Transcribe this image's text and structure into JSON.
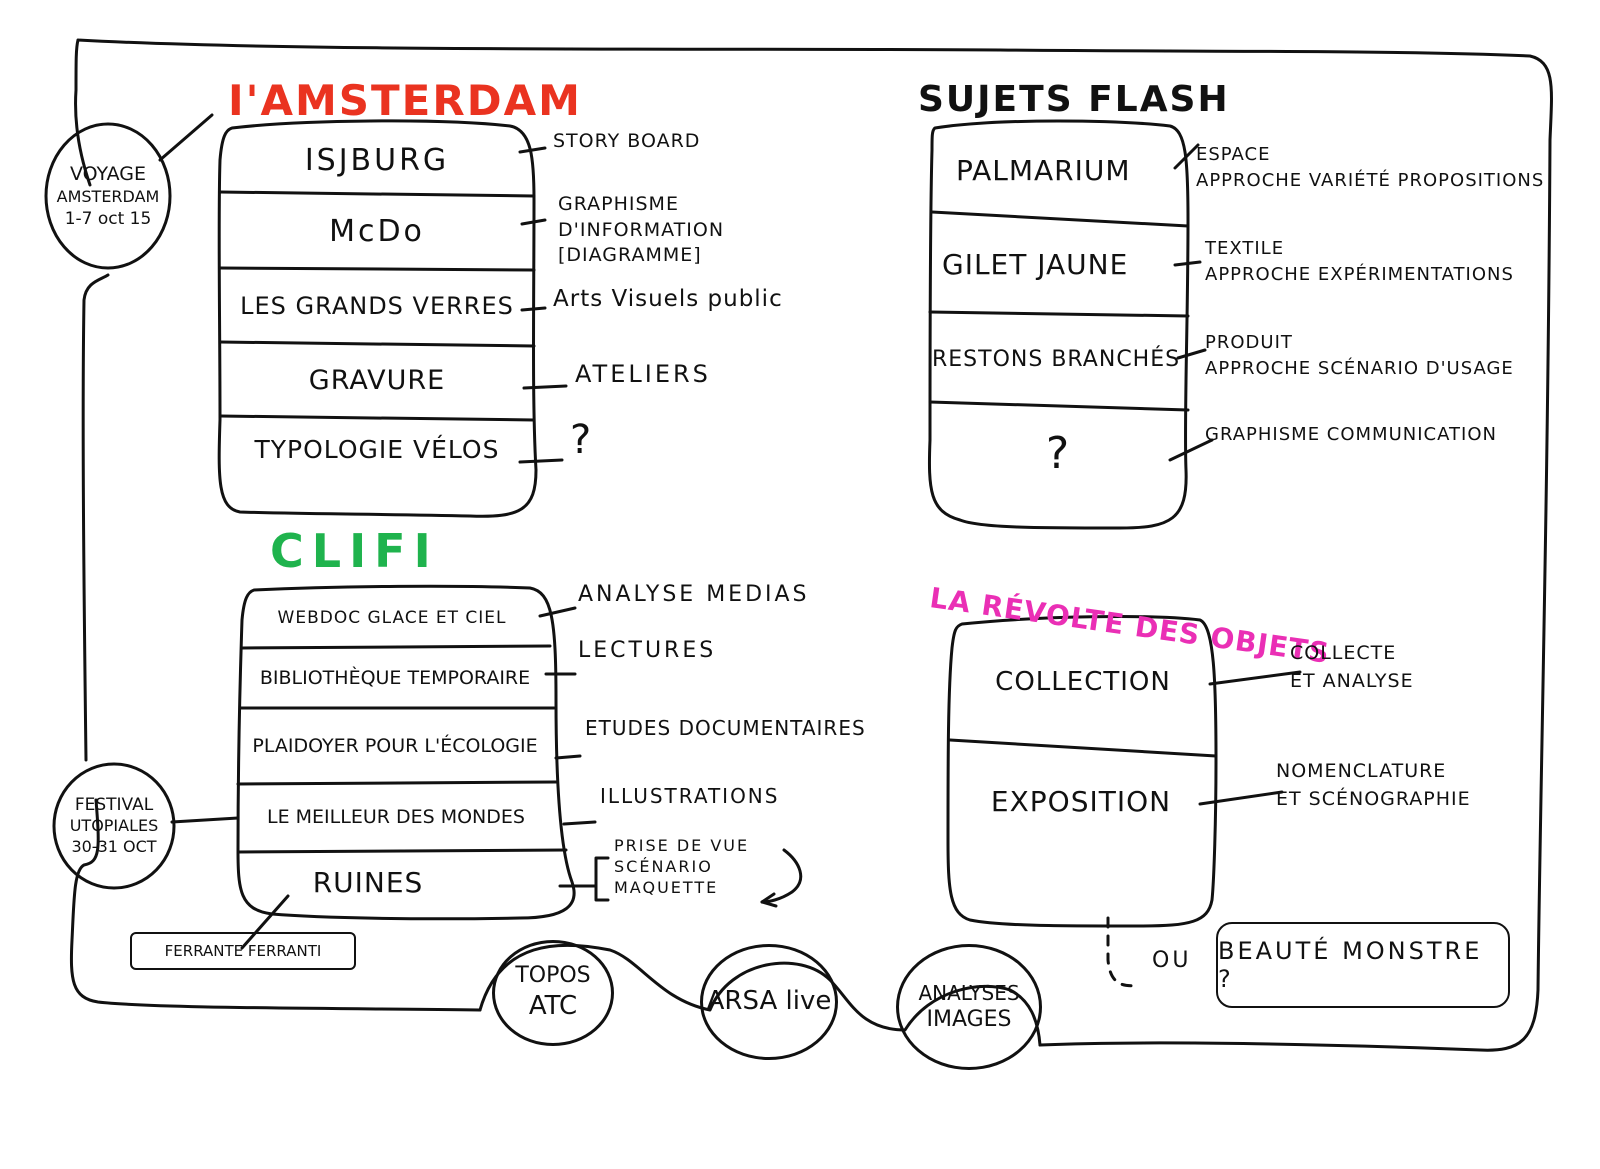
{
  "colors": {
    "amsterdam": "#ea3320",
    "clifi": "#1fb34d",
    "revolte": "#ea2fb5",
    "ink": "#111111"
  },
  "amsterdam": {
    "title": "I'AMSTERDAM",
    "rows": [
      {
        "label": "ISJBURG",
        "note": "STORY BOARD"
      },
      {
        "label": "McDo",
        "note": "GRAPHISME D'INFORMATION [DIAGRAMME]"
      },
      {
        "label": "LES GRANDS VERRES",
        "note": "Arts Visuels public"
      },
      {
        "label": "GRAVURE",
        "note": "ATELIERS"
      },
      {
        "label": "TYPOLOGIE VÉLOS",
        "note": "?"
      }
    ]
  },
  "voyage": {
    "line1": "VOYAGE",
    "line2": "AMSTERDAM",
    "line3": "1-7 oct 15"
  },
  "flash": {
    "title": "SUJETS FLASH",
    "rows": [
      {
        "label": "PALMARIUM",
        "note": "ESPACE\nAPPROCHE VARIÉTÉ PROPOSITIONS"
      },
      {
        "label": "GILET JAUNE",
        "note": "TEXTILE\nAPPROCHE EXPÉRIMENTATIONS"
      },
      {
        "label": "RESTONS BRANCHÉS",
        "note": "PRODUIT\nAPPROCHE SCÉNARIO D'USAGE"
      },
      {
        "label": "?",
        "note": "GRAPHISME COMMUNICATION"
      }
    ]
  },
  "clifi": {
    "title": "CLIFI",
    "rows": [
      {
        "label": "WEBDOC GLACE ET CIEL",
        "note": "ANALYSE MEDIAS"
      },
      {
        "label": "BIBLIOTHÈQUE TEMPORAIRE",
        "note": "LECTURES"
      },
      {
        "label": "PLAIDOYER POUR L'ÉCOLOGIE",
        "note": "ETUDES DOCUMENTAIRES"
      },
      {
        "label": "LE MEILLEUR DES MONDES",
        "note": "ILLUSTRATIONS"
      },
      {
        "label": "RUINES",
        "note": "PRISE DE VUE\nSCÉNARIO\nMAQUETTE"
      }
    ]
  },
  "festival": {
    "line1": "FESTIVAL",
    "line2": "UTOPIALES",
    "line3": "30-31 OCT"
  },
  "ferrante": "FERRANTE FERRANTI",
  "revolte": {
    "title": "LA RÉVOLTE DES OBJETS",
    "rows": [
      {
        "label": "COLLECTION",
        "note": "COLLECTE\nET ANALYSE"
      },
      {
        "label": "EXPOSITION",
        "note": "NOMENCLATURE\nET SCÉNOGRAPHIE"
      }
    ]
  },
  "ou": "OU",
  "beaute": "BEAUTÉ MONSTRE ?",
  "bubbles": [
    {
      "line1": "TOPOS",
      "line2": "ATC"
    },
    {
      "line1": "ARSA live",
      "line2": ""
    },
    {
      "line1": "ANALYSES",
      "line2": "IMAGES"
    }
  ]
}
